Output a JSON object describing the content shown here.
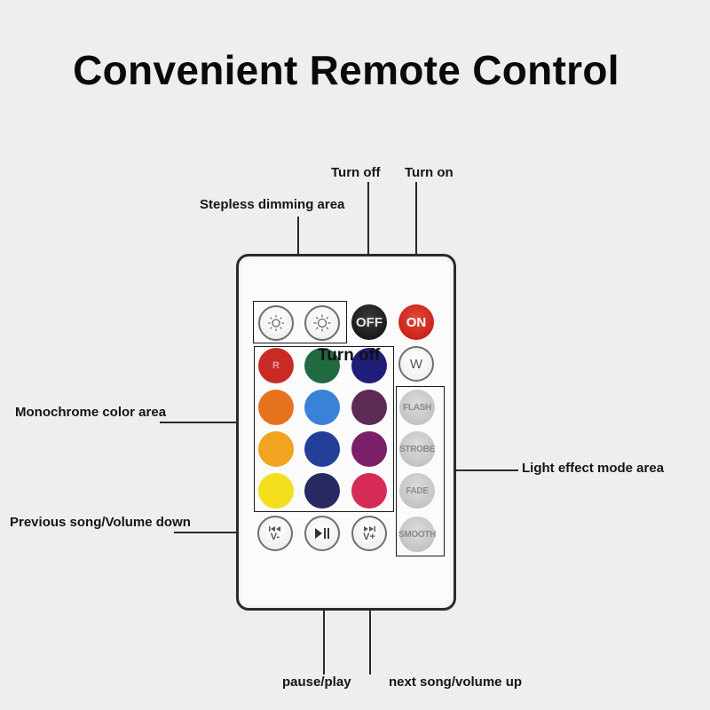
{
  "title": "Convenient Remote Control",
  "labels": {
    "turn_off": "Turn off",
    "turn_on": "Turn on",
    "stepless": "Stepless dimming area",
    "monochrome": "Monochrome color area",
    "light_effect": "Light effect mode area",
    "previous": "Previous song/Volume down",
    "pause_play": "pause/play",
    "next": "next song/volume up",
    "overlay_turn_off": "Turn off"
  },
  "buttons": {
    "off": "OFF",
    "on": "ON",
    "w": "W",
    "r": "R",
    "flash": "FLASH",
    "strobe": "STROBE",
    "fade": "FADE",
    "smooth": "SMOOTH",
    "vol_down": "V-",
    "vol_up": "V+"
  },
  "colors": {
    "red": "#c82b26",
    "green": "#1f6a41",
    "dark_blue": "#1f1f7a",
    "orange": "#e8731e",
    "sky_blue": "#3a82d8",
    "plum": "#5c2a55",
    "amber": "#f2a320",
    "royal_blue": "#243f9a",
    "purple": "#7a1f68",
    "yellow": "#f3df1e",
    "navy": "#2a2a62",
    "rose": "#d52b54"
  }
}
